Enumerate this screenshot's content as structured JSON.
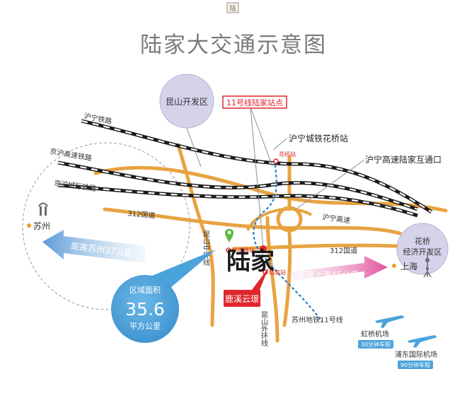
{
  "title": "陆家大交通示意图",
  "logo_mark": "陆",
  "districts": {
    "kunshan": "昆山开发区",
    "huaqiao_line1": "花桥",
    "huaqiao_line2": "经济开发区"
  },
  "callouts": {
    "line11_station": "11号线陆家站点",
    "huaqiao_station": "沪宁城铁花桥站",
    "interchange": "沪宁高速陆家互通口"
  },
  "roads": {
    "huning_rail": "沪宁铁路",
    "jinghu_hsr": "京沪高速铁路",
    "jinghu_intercity": "京沪城际铁路",
    "national_312_left": "312国道",
    "national_312_right": "312国道",
    "huning_expressway": "沪宁高速",
    "kunshan_middle_ring": "昆山中环线",
    "kunshan_outer_ring": "昆山外环线",
    "suzhou_metro_11": "苏州地铁11号线"
  },
  "stations": {
    "huaqiao": "花桥站",
    "zhaofeng": "兆丰路站",
    "lujia": "陆家站"
  },
  "cities": {
    "suzhou": "苏州",
    "shanghai": "上海"
  },
  "distances": {
    "suzhou": "距离苏州37公里",
    "shanghai": "距离上海45公里"
  },
  "area": {
    "label": "区域面积",
    "value": "35.6",
    "unit": "平方公里"
  },
  "town_name": "陆家",
  "project_name": "鹿溪云璟",
  "airports": {
    "hongqiao_name": "虹桥机场",
    "hongqiao_time": "30分钟车程",
    "pudong_name": "浦东国际机场",
    "pudong_time": "90分钟车程"
  },
  "colors": {
    "road_orange": "#e8a341",
    "rail_dark": "#1a1a1a",
    "metro_blue": "#2b7fc9",
    "pin_red": "#e0262b",
    "pin_green": "#5db845",
    "area_blue": "#4aa3db",
    "district_lavender": "#c9c8e6",
    "shanghai_arrow": "#e2509a",
    "suzhou_arrow": "#5b9ad6"
  }
}
